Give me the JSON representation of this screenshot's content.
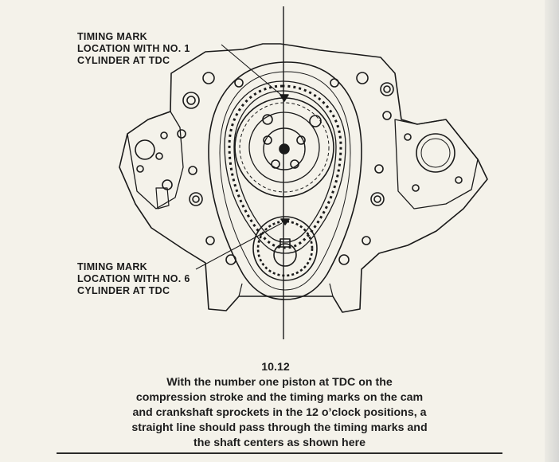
{
  "figure": {
    "number": "10.12",
    "caption_lines": [
      "With the number one piston at TDC on the",
      "compression stroke and the timing marks on the cam",
      "and crankshaft sprockets in the 12 o’clock positions, a",
      "straight line should pass through the timing marks and",
      "the shaft centers as shown here"
    ]
  },
  "callouts": {
    "top": [
      "TIMING MARK",
      "LOCATION WITH NO. 1",
      "CYLINDER AT TDC"
    ],
    "bottom": [
      "TIMING MARK",
      "LOCATION WITH NO. 6",
      "CYLINDER AT TDC"
    ]
  },
  "colors": {
    "ink": "#1a1a1a",
    "paper": "#f4f2ea"
  }
}
